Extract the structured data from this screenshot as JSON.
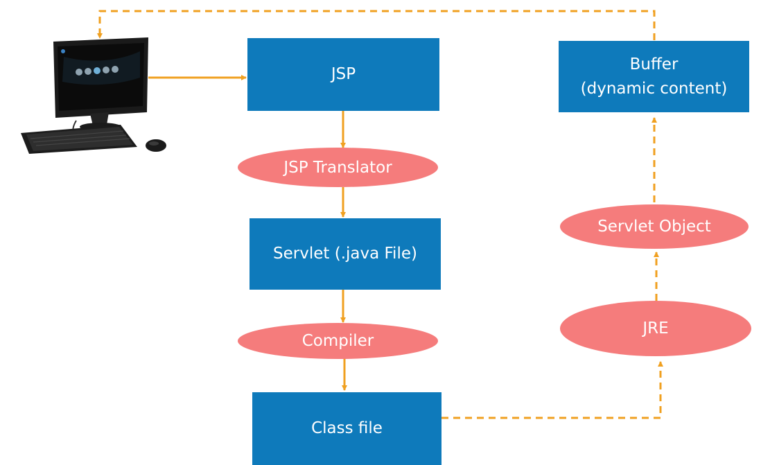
{
  "diagram": {
    "nodes": {
      "jsp": {
        "label": "JSP"
      },
      "jsp_translator": {
        "label": "JSP Translator"
      },
      "servlet_java": {
        "label": "Servlet (.java File)"
      },
      "compiler": {
        "label": "Compiler"
      },
      "class_file": {
        "label": "Class file"
      },
      "jre": {
        "label": "JRE"
      },
      "servlet_object": {
        "label": "Servlet Object"
      },
      "buffer": {
        "line1": "Buffer",
        "line2": "(dynamic content)"
      }
    },
    "colors": {
      "box": "#0e7abb",
      "oval": "#f57c7c",
      "arrow": "#f0a020",
      "text": "#ffffff"
    },
    "icons": {
      "client": "desktop-computer-icon"
    }
  }
}
